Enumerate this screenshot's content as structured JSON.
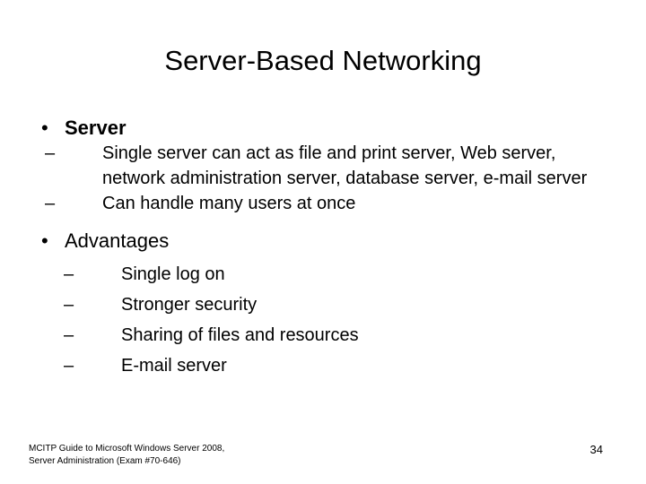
{
  "slide": {
    "title": "Server-Based Networking",
    "groups": [
      {
        "id": "server",
        "bullet_glyph": "•",
        "heading": "Server",
        "bold": true,
        "sub_items": [
          {
            "dash_glyph": "–",
            "text": "Single server can act as file and print server, Web server, network administration server, database server, e-mail server"
          },
          {
            "dash_glyph": "–",
            "text": "Can handle many users at once"
          }
        ]
      },
      {
        "id": "advantages",
        "bullet_glyph": "•",
        "heading": "Advantages",
        "bold": false,
        "sub_items": [
          {
            "dash_glyph": "–",
            "text": "Single log on"
          },
          {
            "dash_glyph": "–",
            "text": "Stronger security"
          },
          {
            "dash_glyph": "–",
            "text": "Sharing of files and resources"
          },
          {
            "dash_glyph": "–",
            "text": "E-mail server"
          }
        ]
      }
    ]
  },
  "footer": {
    "source_line_1": "MCITP Guide to Microsoft Windows Server 2008,",
    "source_line_2": "Server Administration (Exam #70-646)",
    "source": "MCITP Guide to Microsoft Windows Server 2008,\nServer Administration (Exam #70-646)",
    "page_number": "34"
  },
  "colors": {
    "background": "#ffffff",
    "text": "#000000"
  }
}
